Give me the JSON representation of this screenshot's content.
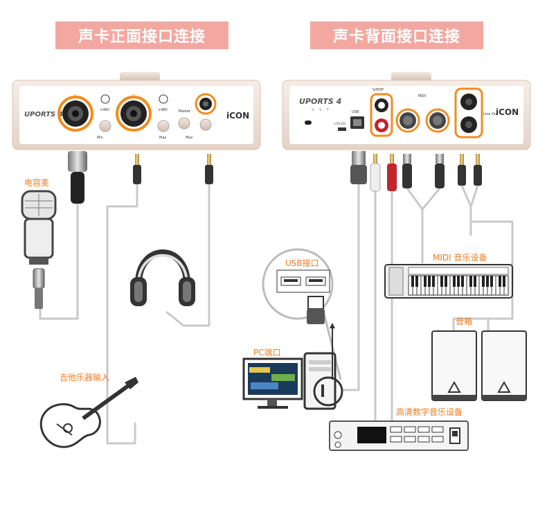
{
  "titles": {
    "front": "声卡正面接口连接",
    "back": "声卡背面接口连接"
  },
  "device": {
    "brand": "iCON",
    "model": "UPORTS 4",
    "model_sub": "V S T",
    "phantom": "+48V",
    "master": "Master",
    "min": "Min",
    "max": "Max",
    "ch1": "1",
    "ch2": "2",
    "spdif": "S/PDIF",
    "midi": "MIDI",
    "line_out": "Line Out",
    "usb": "USB",
    "dc": "+5V DC"
  },
  "labels": {
    "microphone": "电容麦",
    "guitar": "吉他乐器输入",
    "usb_port": "USB接口",
    "pc": "PC端口",
    "midi_device": "MIDI 音乐设备",
    "speakers": "音箱",
    "digital_device": "高清数字音乐设备"
  },
  "colors": {
    "accent": "#f28c1e",
    "title_bg": "#f2a8a0",
    "label": "#f07b1e",
    "wire": "#c8c8c8",
    "panel": "#f1e6de"
  }
}
